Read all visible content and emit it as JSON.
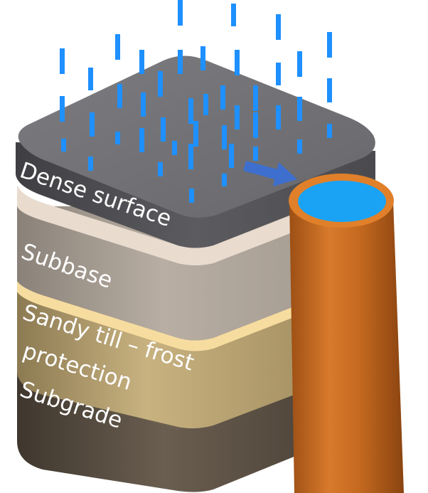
{
  "diagram": {
    "layers": [
      {
        "id": "dense-surface",
        "label": "Dense surface",
        "color_top": "#6f6f73",
        "color_side": "#4e4e52"
      },
      {
        "id": "subbase",
        "label": "Subbase",
        "color_light": "#e9dccf",
        "color_side": "#9e948a"
      },
      {
        "id": "sandy-till",
        "label_line1": "Sandy till – frost",
        "label_line2": "protection",
        "color_light": "#f7dca0",
        "color_side": "#b09a6a"
      },
      {
        "id": "subgrade",
        "label": "Subgrade",
        "color_side": "#5a5044"
      }
    ],
    "colors": {
      "rain": "#1e90ff",
      "flow_arrow": "#3e6fcf",
      "pipe_body": "#c86a22",
      "pipe_rim": "#e0802a",
      "pipe_water": "#1aa3f5"
    },
    "icons": [
      "rain-drops",
      "flow-arrow",
      "drain-pipe"
    ]
  }
}
